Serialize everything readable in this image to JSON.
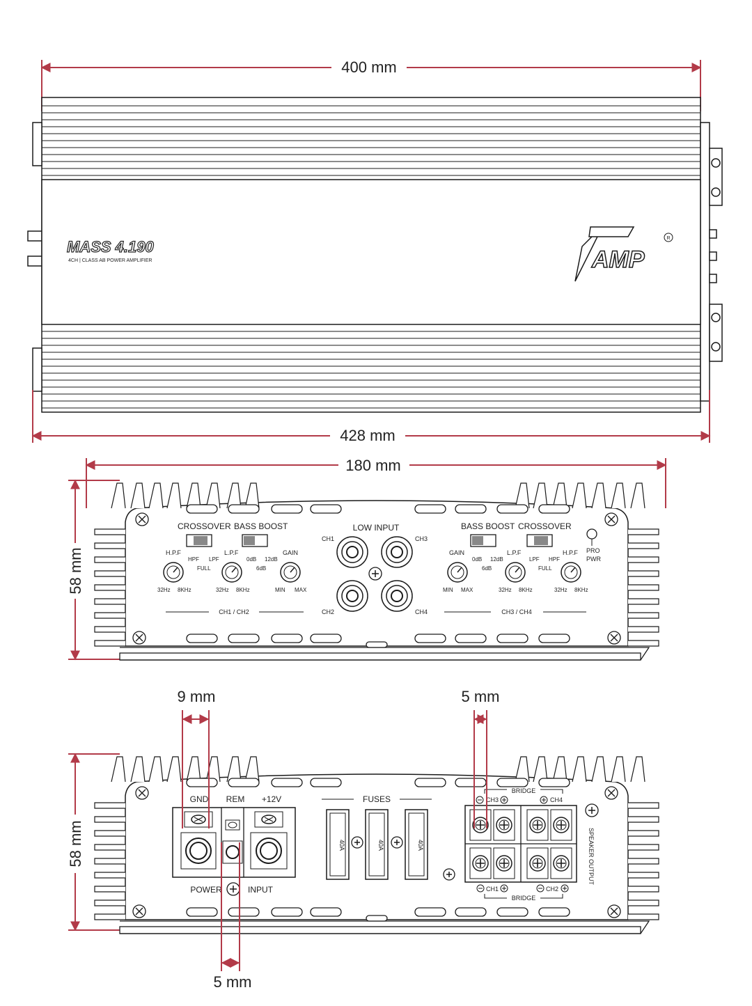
{
  "dimensions": {
    "top_width_inner": "400 mm",
    "top_width_outer": "428 mm",
    "side_width": "180 mm",
    "front_height": "58 mm",
    "rear_height": "58 mm",
    "terminal_gnd": "9 mm",
    "terminal_rem": "5 mm",
    "terminal_speaker": "5 mm"
  },
  "top_view": {
    "model": "MASS 4.190",
    "subtitle": "4CH | CLASS AB POWER AMPLIFIER",
    "brand": "AMP",
    "registered": "R"
  },
  "front_panel": {
    "crossover_left": "CROSSOVER",
    "bass_boost_left": "BASS BOOST",
    "low_input": "LOW INPUT",
    "bass_boost_right": "BASS BOOST",
    "crossover_right": "CROSSOVER",
    "hpf": "H.P.F",
    "lpf": "L.P.F",
    "gain": "GAIN",
    "sw_hpf": "HPF",
    "sw_lpf": "LPF",
    "sw_full": "FULL",
    "sw_0db": "0dB",
    "sw_12db": "12dB",
    "sw_6db": "6dB",
    "f_low": "32Hz",
    "f_high": "8KHz",
    "g_min": "MIN",
    "g_max": "MAX",
    "ch1": "CH1",
    "ch2": "CH2",
    "ch3": "CH3",
    "ch4": "CH4",
    "group_left": "CH1 / CH2",
    "group_right": "CH3 / CH4",
    "pro": "PRO",
    "pwr": "PWR"
  },
  "rear_panel": {
    "gnd": "GND",
    "rem": "REM",
    "plus12v": "+12V",
    "power": "POWER",
    "input": "INPUT",
    "fuses": "FUSES",
    "fuse_rating": "40A",
    "bridge": "BRIDGE",
    "ch1": "CH1",
    "ch2": "CH2",
    "ch3": "CH3",
    "ch4": "CH4",
    "speaker_output": "SPEAKER OUTPUT"
  },
  "colors": {
    "dimension": "#b23a48",
    "line": "#1a1a1a"
  }
}
